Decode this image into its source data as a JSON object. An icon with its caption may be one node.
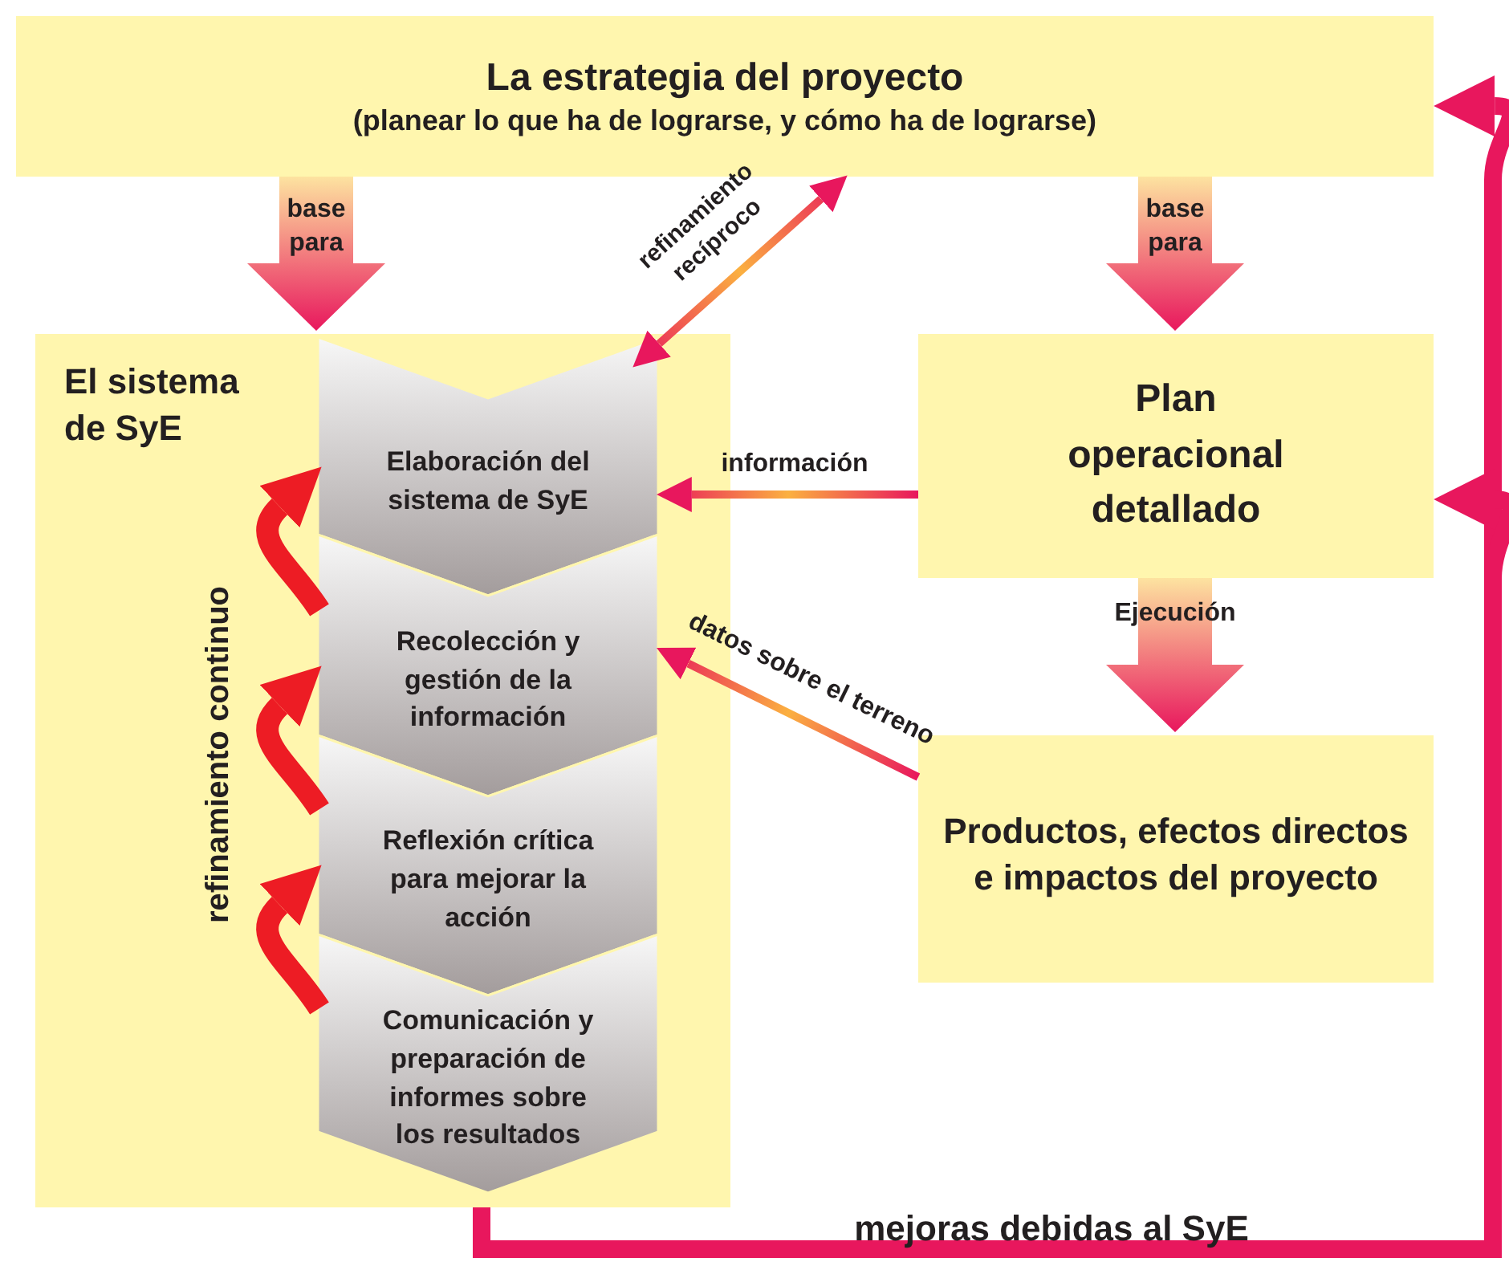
{
  "diagram": {
    "nodes": [
      {
        "text": [
          "La estrategia del proyecto",
          "(planear lo que ha de lograrse, y cómo ha de lograrse)"
        ]
      },
      {
        "text": [
          "El sistema de SyE"
        ]
      },
      {
        "text": [
          "Elaboración del sistema de SyE"
        ],
        "in": 1
      },
      {
        "text": [
          "Recolección y gestión de la información"
        ],
        "in": 1
      },
      {
        "text": [
          "Reflexión crítica para mejorar la acción"
        ],
        "in": 1
      },
      {
        "text": [
          "Comunicación y preparación de informes sobre los resultados"
        ],
        "in": 1
      },
      {
        "text": [
          "Plan operacional detallado"
        ]
      },
      {
        "text": [
          "Productos, efectos directos e impactos del proyecto"
        ]
      }
    ],
    "edges": [
      {
        "from": 0,
        "to": 1,
        "arrow": "to",
        "label": "base para",
        "style": "thick"
      },
      {
        "from": 0,
        "to": 6,
        "arrow": "to",
        "label": "base para",
        "style": "thick"
      },
      {
        "from": 6,
        "to": 7,
        "arrow": "to",
        "label": "Ejecución",
        "style": "thick"
      },
      {
        "from": 0,
        "to": 2,
        "arrow": "both",
        "label": "refinamiento recíproco"
      },
      {
        "from": 6,
        "to": 2,
        "arrow": "to",
        "label": "información"
      },
      {
        "from": 7,
        "to": 3,
        "arrow": "to",
        "label": "datos sobre el terreno"
      },
      {
        "from": 3,
        "to": 2,
        "arrow": "to",
        "color": "#ed1c24"
      },
      {
        "from": 4,
        "to": 3,
        "arrow": "to",
        "color": "#ed1c24"
      },
      {
        "from": 5,
        "to": 4,
        "arrow": "to",
        "color": "#ed1c24"
      },
      {
        "from": 1,
        "to": 0,
        "arrow": "to",
        "label": "mejoras debidas al SyE",
        "color": "#e8175d"
      },
      {
        "from": 1,
        "to": 6,
        "arrow": "to",
        "color": "#e8175d"
      }
    ],
    "labels": [
      "refinamiento continuo"
    ]
  }
}
